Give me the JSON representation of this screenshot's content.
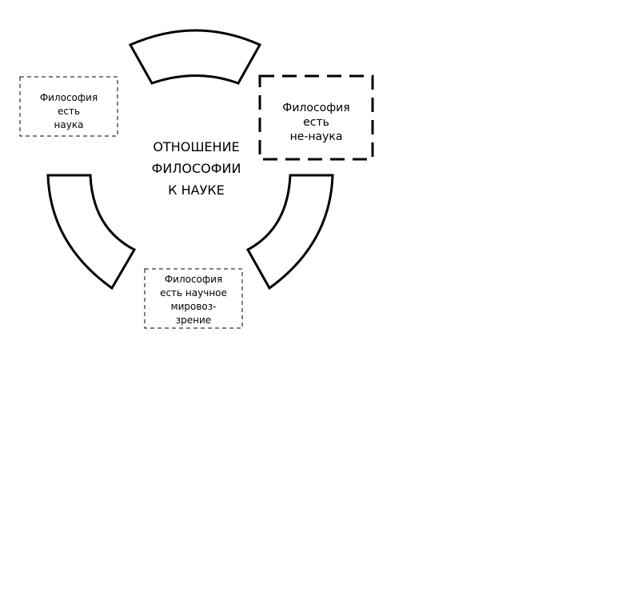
{
  "center_title": {
    "lines": [
      "ОТНОШЕНИЕ",
      "ФИЛОСОФИИ",
      "К НАУКЕ"
    ]
  },
  "nodes": {
    "left": {
      "lines": [
        "Философия",
        "есть",
        "наука"
      ]
    },
    "right": {
      "lines": [
        "Философия",
        "есть",
        "не-наука"
      ]
    },
    "bottom": {
      "lines": [
        "Философия",
        "есть научное",
        "мировоз-",
        "зрение"
      ]
    }
  },
  "colors": {
    "stroke": "#000000",
    "background": "#ffffff"
  }
}
